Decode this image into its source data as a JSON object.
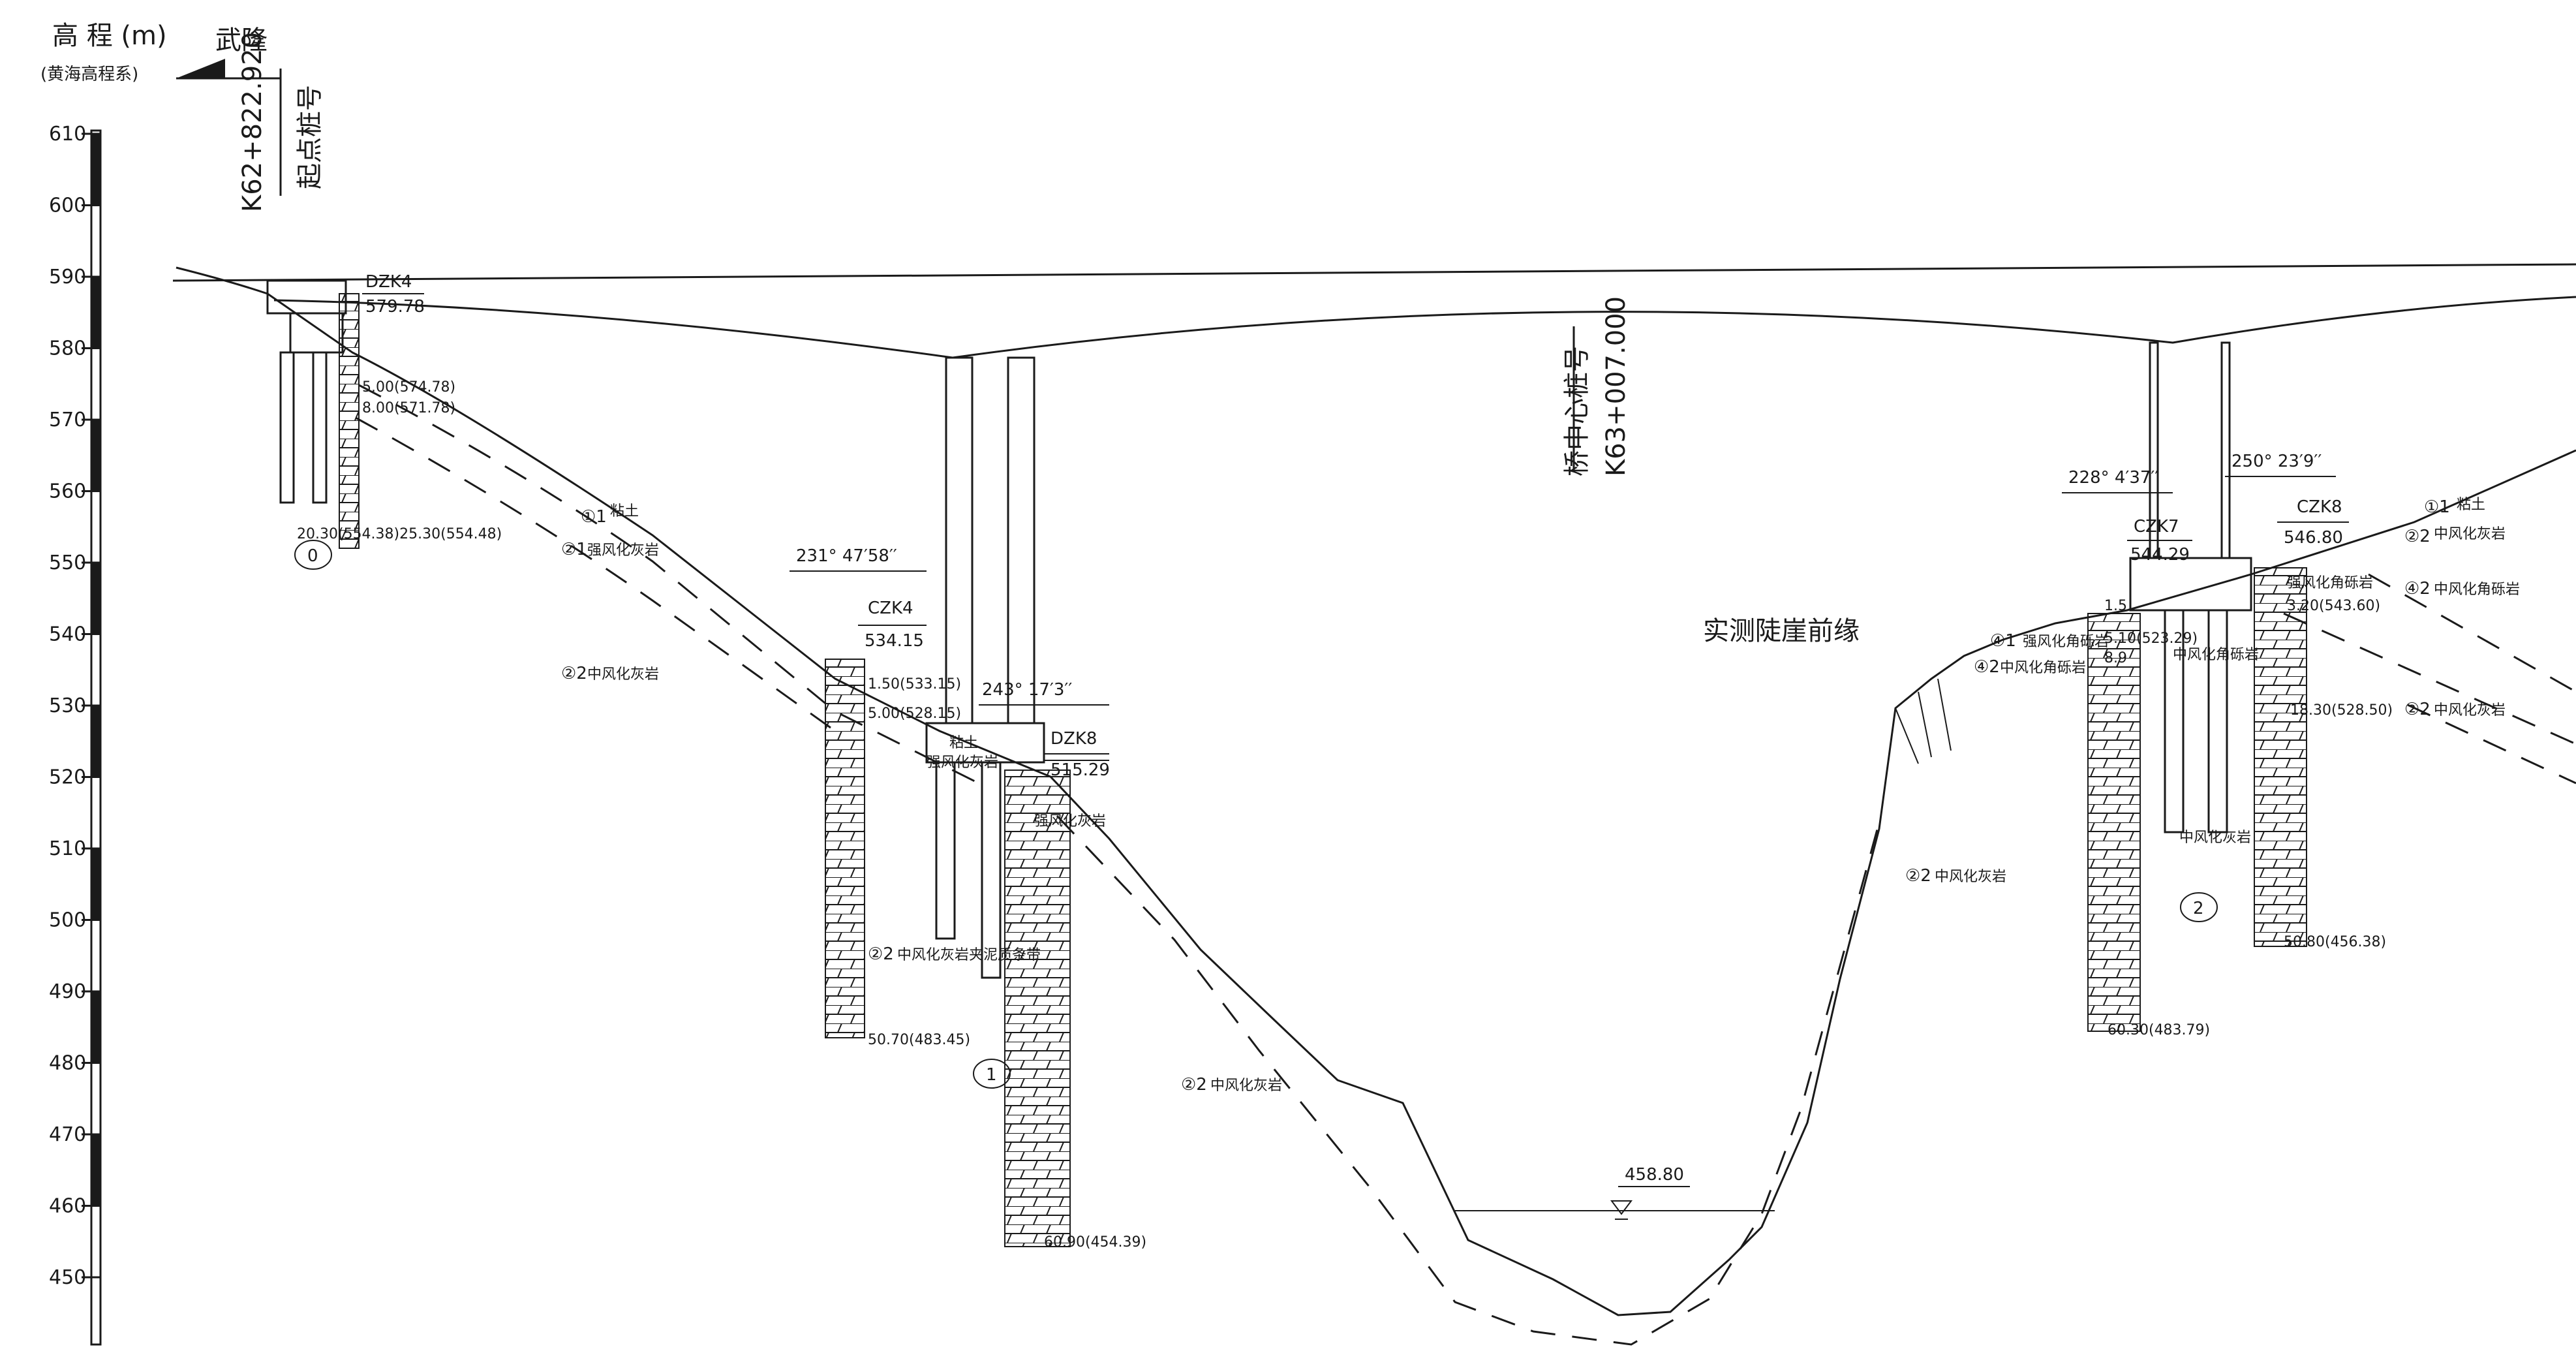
{
  "axis": {
    "title": "高 程 (m)",
    "subtitle": "(黄海高程系)",
    "ticks": [
      "610",
      "600",
      "590",
      "580",
      "570",
      "560",
      "550",
      "540",
      "530",
      "520",
      "510",
      "500",
      "490",
      "480",
      "470",
      "460",
      "450"
    ]
  },
  "header": {
    "direction": "武隆",
    "start_station_label": "起点桩号",
    "start_station": "K62+822.920",
    "center_station_label": "桥中心桩号",
    "center_station": "K63+007.000",
    "cliff_label": "实测陡崖前缘"
  },
  "pier_angles": [
    "231° 47′58′′",
    "243° 17′3′′",
    "228° 4′37′′",
    "250° 23′9′′"
  ],
  "boreholes": [
    {
      "name": "DZK4",
      "elev": "579.78"
    },
    {
      "name": "CZK4",
      "elev": "534.15"
    },
    {
      "name": "DZK8",
      "elev": "515.29"
    },
    {
      "name": "CZK7",
      "elev": "544.29"
    },
    {
      "name": "CZK8",
      "elev": "546.80"
    }
  ],
  "depths": {
    "dzk4_a": "5.00(574.78)",
    "dzk4_b": "8.00(571.78)",
    "dzk4_bottom": "20.30(554.38)25.30(554.48)",
    "czk4_a": "1.50(533.15)",
    "czk4_b": "5.00(528.15)",
    "czk4_bottom": "50.70(483.45)",
    "dzk8_bottom": "60.90(454.39)",
    "czk7_a": "1.5",
    "czk7_b": "5.10(523.29)",
    "czk7_c": "8.9",
    "czk7_bottom": "60.30(483.79)",
    "czk8_a": "3.20(543.60)",
    "czk8_b": "18.30(528.50)",
    "czk8_bottom": "50.80(456.38)"
  },
  "strata": {
    "clay": "粘土",
    "strong_limestone": "强风化灰岩",
    "mid_limestone": "中风化灰岩",
    "mid_limestone_karst": "中风化灰岩夹泥质条带",
    "strong_breccia": "强风化角砾岩",
    "mid_breccia": "中风化角砾岩"
  },
  "circle_marks": {
    "s11": "①1",
    "s22": "②2",
    "s21": "②1",
    "s42": "④2",
    "s41": "④1",
    "c1": "①1",
    "c2": "②2"
  },
  "piers": [
    "0",
    "1",
    "2"
  ],
  "water_level": "458.80"
}
